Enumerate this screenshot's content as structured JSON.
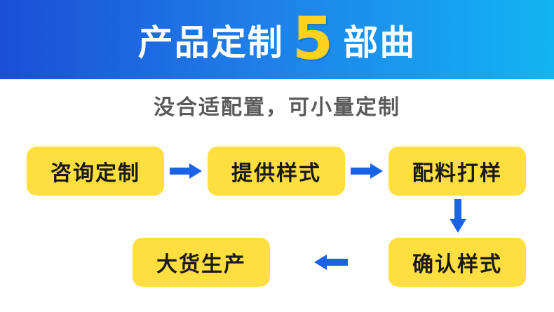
{
  "banner": {
    "title_left": "产品定制",
    "number": "5",
    "title_right": "部曲"
  },
  "subtitle": "没合适配置，可小量定制",
  "steps": [
    {
      "label": "咨询定制"
    },
    {
      "label": "提供样式"
    },
    {
      "label": "配料打样"
    },
    {
      "label": "确认样式"
    },
    {
      "label": "大货生产"
    }
  ],
  "colors": {
    "banner_gradient": [
      "#1a4fd6",
      "#12b4f3"
    ],
    "accent_number": "#ffd21f",
    "step_box": "#ffdf3f",
    "arrow": "#1a63e6"
  }
}
